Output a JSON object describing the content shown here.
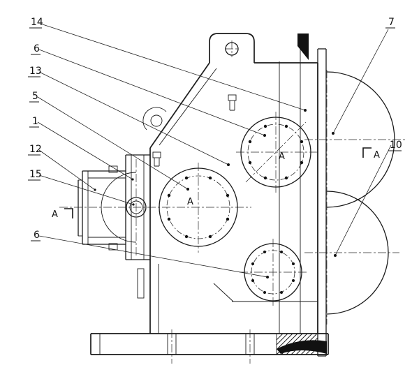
{
  "drawing": {
    "background": "#ffffff",
    "line_color": "#1a1a1a",
    "callouts": [
      {
        "label": "14"
      },
      {
        "label": "6"
      },
      {
        "label": "13"
      },
      {
        "label": "5"
      },
      {
        "label": "1"
      },
      {
        "label": "12"
      },
      {
        "label": "15"
      },
      {
        "label": "6"
      },
      {
        "label": "7"
      },
      {
        "label": "10"
      }
    ],
    "section_markers": {
      "left": "A",
      "right": "A",
      "view_upper": "A",
      "view_middle": "A"
    }
  }
}
